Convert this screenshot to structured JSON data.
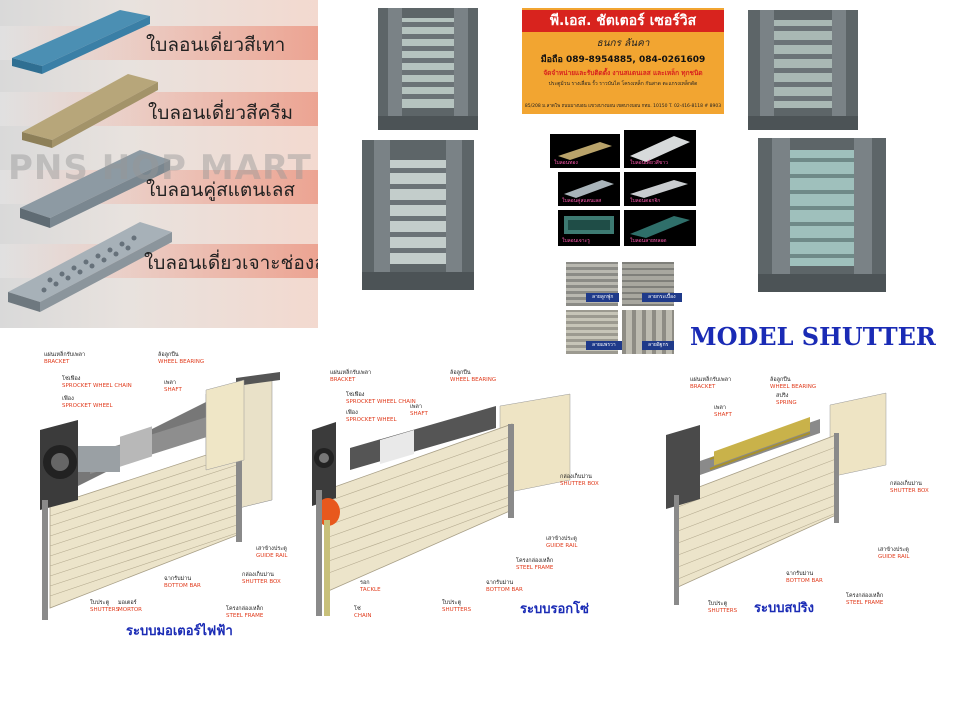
{
  "profiles_panel": {
    "watermark": "PNS HOP MART",
    "items": [
      {
        "label": "ใบลอนเดี่ยวสีเทา"
      },
      {
        "label": "ใบลอนเดี่ยวสีครีม"
      },
      {
        "label": "ใบลอนคู่สแตนเลส"
      },
      {
        "label": "ใบลอนเดี่ยวเจาะช่องลม"
      }
    ]
  },
  "business_card": {
    "name": "พี.เอส. ชัตเตอร์ เซอร์วิส",
    "person": "ธนกร ลันคา",
    "phone": "มือถือ 089-8954885, 084-0261609",
    "line1": "จัดจำหน่ายและรับติดตั้ง งานสแตนเลส และเหล็ก ทุกชนิด",
    "line2": "ประตูม้วน รางเลื่อน รั้ว ราวบันได โครงเหล็ก กันสาด ตะแกรงเหล็กดัด",
    "address": "85/208 ม.ลาดโพ ถนนบางบอน แขวงบางบอน เขตบางบอน กทม. 10150 T. 02-416-8118 # 8903"
  },
  "thumbnails": [
    {
      "label": "ใบลอนทอง"
    },
    {
      "label": "ใบลอนเดี่ยวสีขาว"
    },
    {
      "label": "ใบลอนคู่สแตนเลส"
    },
    {
      "label": "ใบลอนดอกจิก"
    },
    {
      "label": "ใบลอนเจาะรู"
    },
    {
      "label": "ใบลอนลายหลอด"
    }
  ],
  "patterns": [
    {
      "label": "ลายลูกฟูก"
    },
    {
      "label": "ลายกระเบื้อง"
    },
    {
      "label": "ลายแพรวา"
    },
    {
      "label": "ลายอิฐกร"
    }
  ],
  "model_heading": "MODEL SHUTTER",
  "diagrams": [
    {
      "title": "ระบบมอเตอร์ไฟฟ้า",
      "annotations": [
        {
          "th": "แผ่นเหล็กรับเพลา",
          "en": "BRACKET"
        },
        {
          "th": "โซ่เฟือง",
          "en": "SPROCKET WHEEL CHAIN"
        },
        {
          "th": "เฟือง",
          "en": "SPROCKET WHEEL"
        },
        {
          "th": "ล้อลูกปืน",
          "en": "WHEEL BEARING"
        },
        {
          "th": "เพลา",
          "en": "SHAFT"
        },
        {
          "th": "เสาข้างประตู",
          "en": "GUIDE RAIL"
        },
        {
          "th": "กล่องเก็บม่าน",
          "en": "SHUTTER BOX"
        },
        {
          "th": "ฉากรับม่าน",
          "en": "BOTTOM BAR"
        },
        {
          "th": "ใบประตู",
          "en": "SHUTTERS"
        },
        {
          "th": "มอเตอร์",
          "en": "MORTOR"
        },
        {
          "th": "โครงกล่องเหล็ก",
          "en": "STEEL FRAME"
        }
      ]
    },
    {
      "title": "ระบบรอกโซ่",
      "annotations": [
        {
          "th": "แผ่นเหล็กรับเพลา",
          "en": "BRACKET"
        },
        {
          "th": "โซ่เฟือง",
          "en": "SPROCKET WHEEL CHAIN"
        },
        {
          "th": "เฟือง",
          "en": "SPROCKET WHEEL"
        },
        {
          "th": "ล้อลูกปืน",
          "en": "WHEEL BEARING"
        },
        {
          "th": "เพลา",
          "en": "SHAFT"
        },
        {
          "th": "กล่องเก็บม่าน",
          "en": "SHUTTER BOX"
        },
        {
          "th": "เสาข้างประตู",
          "en": "GUIDE RAIL"
        },
        {
          "th": "โครงกล่องเหล็ก",
          "en": "STEEL FRAME"
        },
        {
          "th": "ฉากรับม่าน",
          "en": "BOTTOM BAR"
        },
        {
          "th": "รอก",
          "en": "TACKLE"
        },
        {
          "th": "ใบประตู",
          "en": "SHUTTERS"
        },
        {
          "th": "โซ่",
          "en": "CHAIN"
        }
      ]
    },
    {
      "title": "ระบบสปริง",
      "annotations": [
        {
          "th": "แผ่นเหล็กรับเพลา",
          "en": "BRACKET"
        },
        {
          "th": "ล้อลูกปืน",
          "en": "WHEEL BEARING"
        },
        {
          "th": "สปริง",
          "en": "SPRING"
        },
        {
          "th": "เพลา",
          "en": "SHAFT"
        },
        {
          "th": "กล่องเก็บม่าน",
          "en": "SHUTTER BOX"
        },
        {
          "th": "เสาข้างประตู",
          "en": "GUIDE RAIL"
        },
        {
          "th": "ฉากรับม่าน",
          "en": "BOTTOM BAR"
        },
        {
          "th": "ใบประตู",
          "en": "SHUTTERS"
        },
        {
          "th": "โครงกล่องเหล็ก",
          "en": "STEEL FRAME"
        }
      ]
    }
  ]
}
